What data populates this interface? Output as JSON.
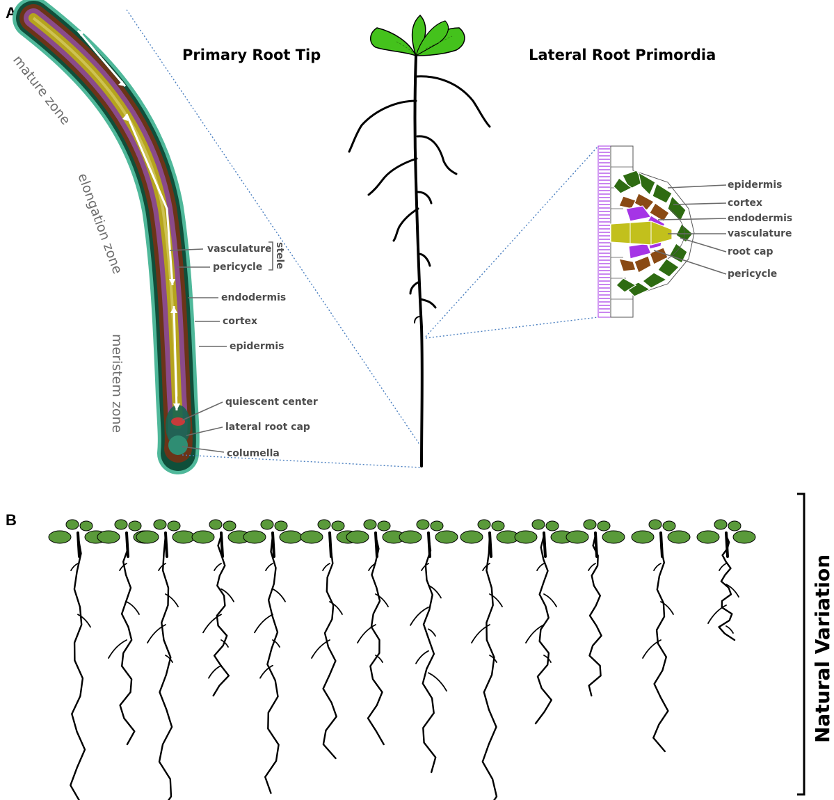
{
  "panel_a": {
    "letter": "A",
    "titles": {
      "primary_root_tip": "Primary Root Tip",
      "lateral_root_primordia": "Lateral Root Primordia"
    },
    "zones": {
      "mature": "mature zone",
      "elongation": "elongation zone",
      "meristem": "meristem zone"
    },
    "root_tip_labels": {
      "vasculature": "vasculature",
      "pericycle": "pericycle",
      "stele": "stele",
      "endodermis": "endodermis",
      "cortex": "cortex",
      "epidermis": "epidermis",
      "quiescent_center": "quiescent center",
      "lateral_root_cap": "lateral root cap",
      "columella": "columella"
    },
    "primordium_labels": {
      "epidermis": "epidermis",
      "cortex": "cortex",
      "endodermis": "endodermis",
      "vasculature": "vasculature",
      "root_cap": "root cap",
      "pericycle": "pericycle"
    }
  },
  "panel_b": {
    "letter": "B",
    "side_label": "Natural Variation"
  },
  "colors": {
    "leaf_bright": "#44c21c",
    "leaf_dark": "#5a9a3a",
    "epidermis": "#2e6b12",
    "cortex": "#8a4a14",
    "endodermis": "#a534e6",
    "vasculature": "#c2c01c",
    "guide_line": "#4a7fc0"
  }
}
